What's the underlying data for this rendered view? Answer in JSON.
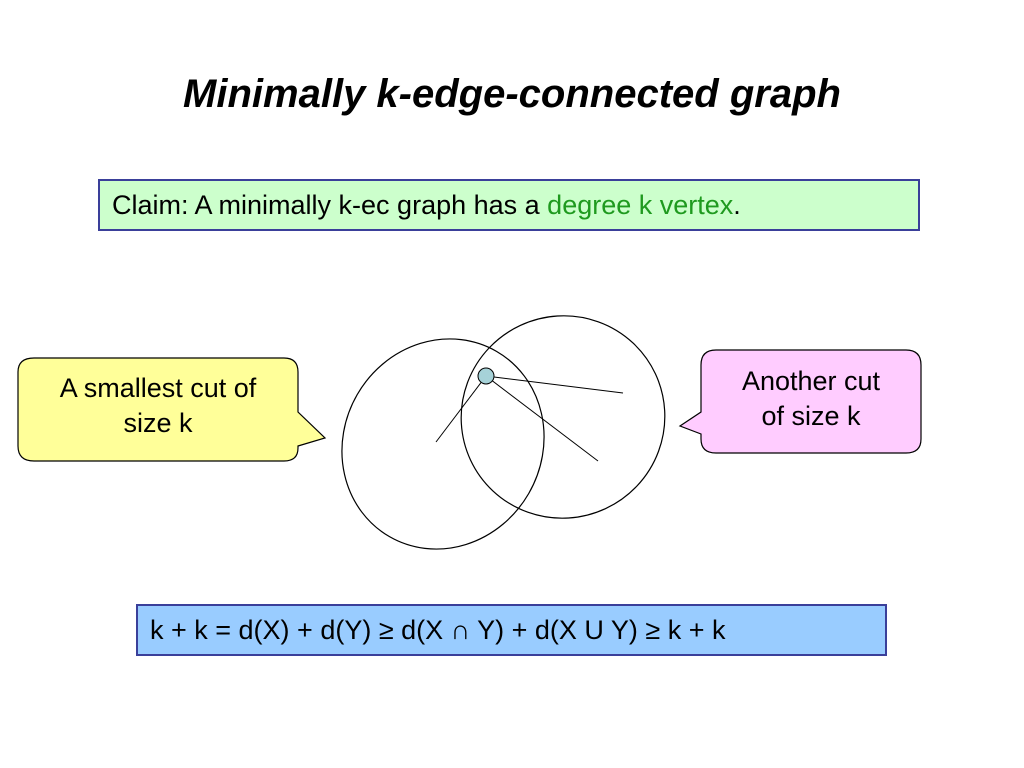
{
  "slide": {
    "title": "Minimally k-edge-connected graph",
    "claim": {
      "prefix": "Claim: A minimally k-ec graph has a ",
      "highlight": "degree k vertex",
      "suffix": ".",
      "highlight_color": "#1f9a1f",
      "background_color": "#ccffcc"
    },
    "callout_left": {
      "line1": "A smallest cut of",
      "line2": "size k",
      "background_color": "#ffff99"
    },
    "callout_right": {
      "line1": "Another cut",
      "line2": "of size k",
      "background_color": "#ffccff"
    },
    "formula": {
      "text": "k + k = d(X) + d(Y) ≥ d(X ∩ Y) + d(X U Y) ≥ k + k",
      "background_color": "#99ccff"
    },
    "vertex_color": "#a6d2d8"
  }
}
